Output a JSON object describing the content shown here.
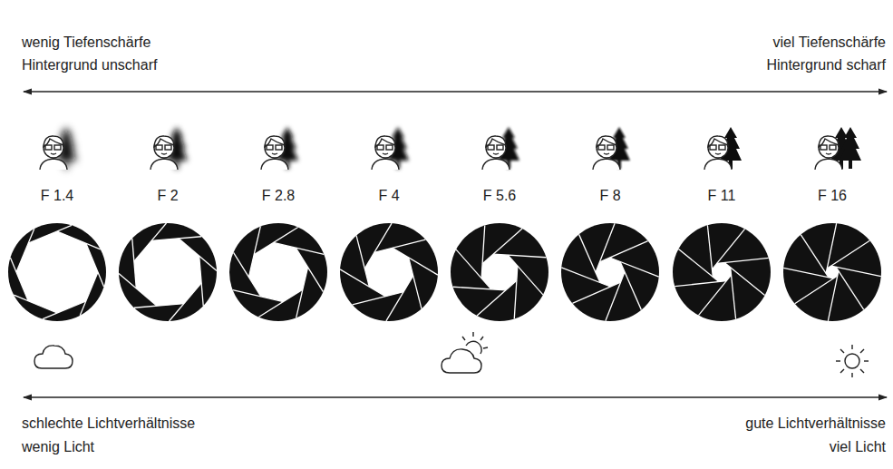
{
  "diagram": {
    "labels": [
      "wenig Tiefenschärfe",
      "Hintergrund unscharf",
      "viel Tiefenschärfe",
      "Hintergrund scharf",
      "F 1.4",
      "F 2",
      "F 2.8",
      "F 4",
      "F 5.6",
      "F 8",
      "F 11",
      "F 16",
      "schlechte Lichtverhältnisse",
      "wenig Licht",
      "gute Lichtverhältnisse",
      "viel Licht"
    ]
  }
}
